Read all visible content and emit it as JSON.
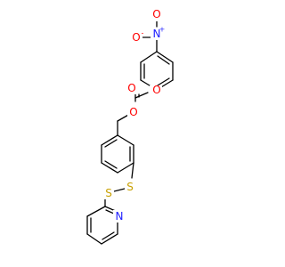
{
  "molecule": {
    "colors": {
      "bond": "#000000",
      "nitrogen": "#2020ff",
      "oxygen": "#ff0000",
      "sulfur": "#c8a000",
      "background": "#ffffff"
    },
    "atom_labels": {
      "nitro_n": "N",
      "nitro_n_charge": "+",
      "nitro_o_top": "O",
      "nitro_o_side": "O",
      "nitro_o_side_charge": "-",
      "ester_o_aryl": "O",
      "carbonyl_o": "O",
      "ester_o_benzyl": "O",
      "sulfur_1": "S",
      "sulfur_2": "S",
      "pyridine_n": "N"
    }
  }
}
